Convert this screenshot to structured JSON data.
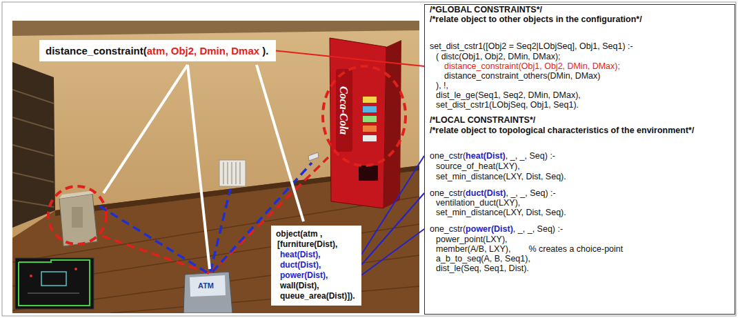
{
  "diagram": {
    "nodes": [
      {
        "text": [
          "distance_constraint(",
          "atm, Obj2, Dmin, Dmax",
          " )."
        ]
      },
      {
        "text": [
          "object(atm ,",
          "[furniture(Dist),",
          "heat(Dist),",
          "duct(Dist),",
          "power(Dist),",
          "wall(Dist),",
          "queue_area(Dist)])."
        ]
      },
      {
        "text": [
          "/*GLOBAL CONSTRAINTS*/",
          "/*relate object to other objects in the configuration*/",
          "set_dist_cstr1([Obj2 = Seq2|LObjSeq], Obj1, Seq1) :-",
          "( distc(Obj1, Obj2, DMin, DMax);",
          "distance_constraint(Obj1, Obj2, DMin, DMax);",
          "distance_constraint_others(DMin, DMax)",
          "), !,",
          "dist_le_ge(Seq1, Seq2, DMin, DMax),",
          "set_dist_cstr1(LObjSeq, Obj1, Seq1).",
          "/*LOCAL CONSTRAINTS*/",
          "/*relate object to topological characteristics of the environment*/",
          "one_cstr(",
          "heat(Dist)",
          ", _, _, Seq) :-",
          "source_of_heat(LXY),",
          "set_min_distance(LXY, Dist, Seq).",
          "one_cstr(",
          "duct(Dist)",
          ", _, _, Seq) :-",
          "ventilation_duct(LXY),",
          "set_min_distance(LXY, Dist, Seq).",
          "one_cstr(",
          "power(Dist)",
          ", _, _, Seq) :-",
          "power_point(LXY),",
          "member(A/B, LXY),",
          "% creates a choice-point",
          "a_b_to_seq(A, B, Seq1),",
          "dist_le(Seq, Seq1, Dist)."
        ]
      }
    ],
    "edges": [
      {
        "from": 0,
        "to": 2,
        "arrow": "none"
      },
      {
        "from": 1,
        "to": 2,
        "arrow": "none"
      },
      {
        "from": 1,
        "to": 2,
        "arrow": "none"
      },
      {
        "from": 1,
        "to": 2,
        "arrow": "none"
      }
    ],
    "labels": [
      "ATM",
      "Coca-Cola"
    ]
  }
}
